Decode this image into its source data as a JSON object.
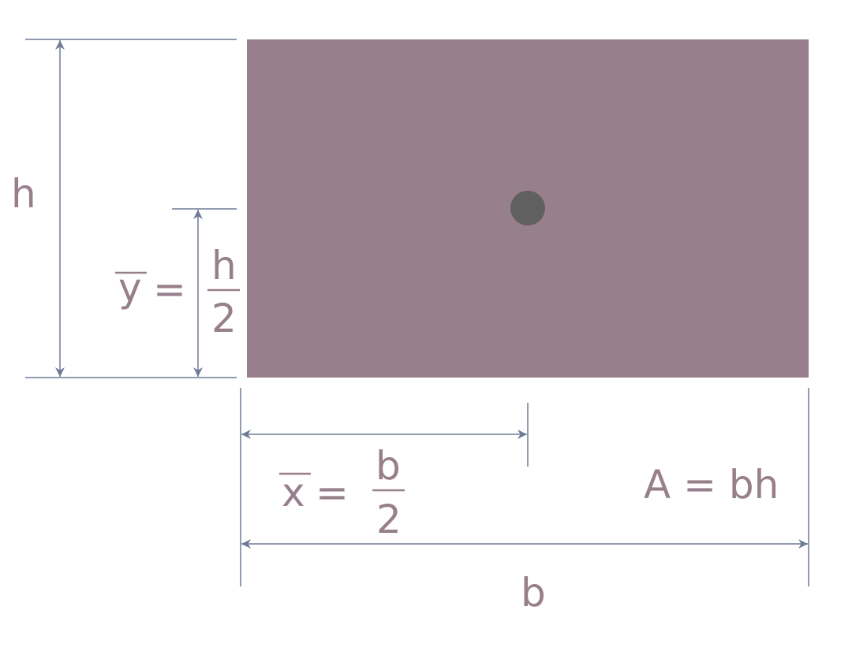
{
  "labels": {
    "h": "h",
    "b": "b",
    "ybar_var": "y",
    "ybar_eq": "=",
    "ybar_num": "h",
    "ybar_den": "2",
    "xbar_var": "x",
    "xbar_eq": "=",
    "xbar_num": "b",
    "xbar_den": "2",
    "area": "A = bh"
  },
  "colors": {
    "shape_fill": "#977f8b",
    "text": "#977f8b",
    "dimension_lines": "#6e7a96",
    "centroid": "#606060"
  }
}
